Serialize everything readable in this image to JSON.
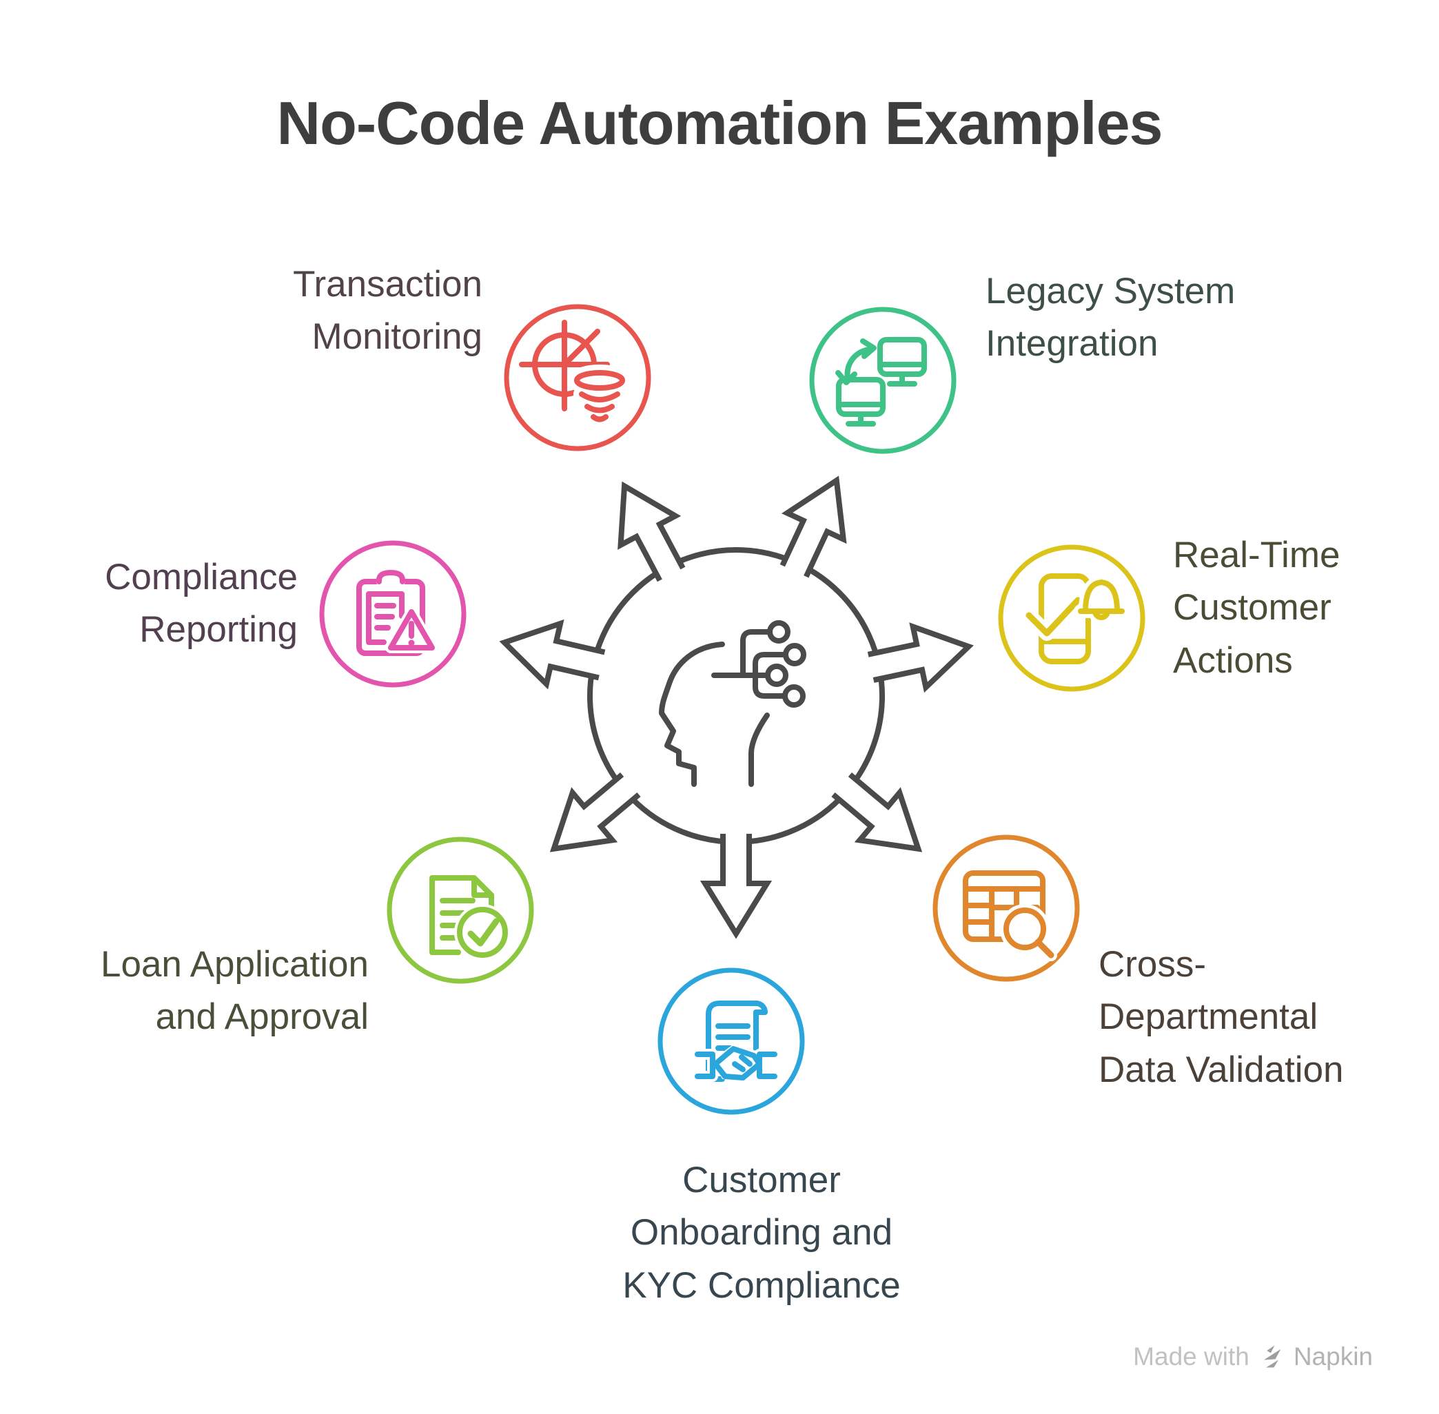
{
  "title": "No-Code Automation Examples",
  "title_color": "#3e3e3e",
  "center": {
    "icon": "ai-head-circuit-icon",
    "color": "#4a4a4a",
    "arrow_count": 7
  },
  "nodes": [
    {
      "id": "transaction-monitoring",
      "label": "Transaction\nMonitoring",
      "color": "#e8544e",
      "text_color": "#524349",
      "icon": "radar-funnel-icon"
    },
    {
      "id": "legacy-system-integration",
      "label": "Legacy System\nIntegration",
      "color": "#3fc287",
      "text_color": "#3e4f45",
      "icon": "monitors-sync-icon"
    },
    {
      "id": "compliance-reporting",
      "label": "Compliance\nReporting",
      "color": "#e354ad",
      "text_color": "#524050",
      "icon": "clipboard-warning-icon"
    },
    {
      "id": "real-time-customer-actions",
      "label": "Real-Time\nCustomer\nActions",
      "color": "#dcc31a",
      "text_color": "#4c4c36",
      "icon": "phone-bell-check-icon"
    },
    {
      "id": "loan-application-and-approval",
      "label": "Loan Application\nand Approval",
      "color": "#8dc63f",
      "text_color": "#48503a",
      "icon": "document-check-icon"
    },
    {
      "id": "cross-departmental-data-validation",
      "label": "Cross-\nDepartmental\nData Validation",
      "color": "#e0862c",
      "text_color": "#4c4138",
      "icon": "table-magnifier-icon"
    },
    {
      "id": "customer-onboarding-kyc",
      "label": "Customer\nOnboarding and\nKYC Compliance",
      "color": "#2aa6dc",
      "text_color": "#37464f",
      "icon": "contract-handshake-icon"
    }
  ],
  "watermark": {
    "prefix": "Made with",
    "brand": "Napkin"
  }
}
